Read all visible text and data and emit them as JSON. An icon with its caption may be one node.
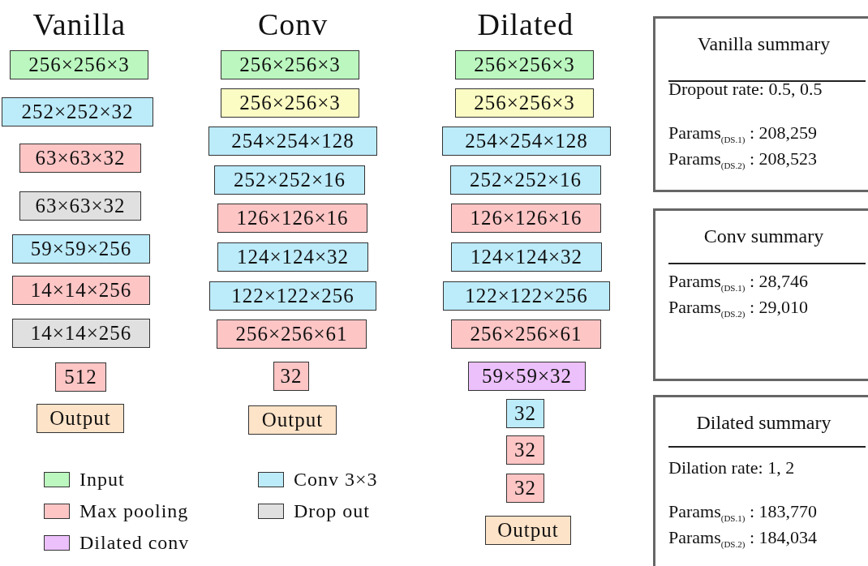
{
  "diagram": {
    "nodes": [
      {
        "text": [
          "256×256×3"
        ]
      },
      {
        "text": [
          "252×252×32"
        ]
      },
      {
        "text": [
          "63×63×32"
        ]
      },
      {
        "text": [
          "63×63×32"
        ]
      },
      {
        "text": [
          "59×59×256"
        ]
      },
      {
        "text": [
          "14×14×256"
        ]
      },
      {
        "text": [
          "14×14×256"
        ]
      },
      {
        "text": [
          "512"
        ]
      },
      {
        "text": [
          "Output"
        ]
      },
      {
        "text": [
          "256×256×3"
        ]
      },
      {
        "text": [
          "256×256×3"
        ]
      },
      {
        "text": [
          "254×254×128"
        ]
      },
      {
        "text": [
          "252×252×16"
        ]
      },
      {
        "text": [
          "126×126×16"
        ]
      },
      {
        "text": [
          "124×124×32"
        ]
      },
      {
        "text": [
          "122×122×256"
        ]
      },
      {
        "text": [
          "256×256×61"
        ]
      },
      {
        "text": [
          "32"
        ]
      },
      {
        "text": [
          "Output"
        ]
      },
      {
        "text": [
          "256×256×3"
        ]
      },
      {
        "text": [
          "256×256×3"
        ]
      },
      {
        "text": [
          "254×254×128"
        ]
      },
      {
        "text": [
          "252×252×16"
        ]
      },
      {
        "text": [
          "126×126×16"
        ]
      },
      {
        "text": [
          "124×124×32"
        ]
      },
      {
        "text": [
          "122×122×256"
        ]
      },
      {
        "text": [
          "256×256×61"
        ]
      },
      {
        "text": [
          "59×59×32"
        ]
      },
      {
        "text": [
          "32"
        ]
      },
      {
        "text": [
          "32"
        ]
      },
      {
        "text": [
          "32"
        ]
      },
      {
        "text": [
          "Output"
        ]
      },
      {
        "text": [
          "Vanilla summary",
          "Dropout rate: 0.5, 0.5",
          "Params$_{(DS.1)}$ : 208,259",
          "Params$_{(DS.2)}$ : 208,523"
        ]
      },
      {
        "text": [
          "Conv summary",
          "Params$_{(DS.1)}$ : 28,746",
          "Params$_{(DS.2)}$ : 29,010"
        ]
      },
      {
        "text": [
          "Dilated summary",
          "Dilation rate: 1, 2",
          "Params$_{(DS.1)}$ : 183,770",
          "Params$_{(DS.2)}$ : 184,034"
        ]
      }
    ],
    "labels": [
      "Vanilla",
      "Conv",
      "Dilated"
    ],
    "legend": [
      {
        "text": "Input",
        "color": "#bbf7bf"
      },
      {
        "text": "Conv 3×3",
        "color": "#bcebfa"
      },
      {
        "text": "Max pooling",
        "color": "#fec5c5"
      },
      {
        "text": "Drop out",
        "color": "#e0e0e0"
      },
      {
        "text": "Dilated conv",
        "color": "#ecc0fb"
      }
    ]
  }
}
